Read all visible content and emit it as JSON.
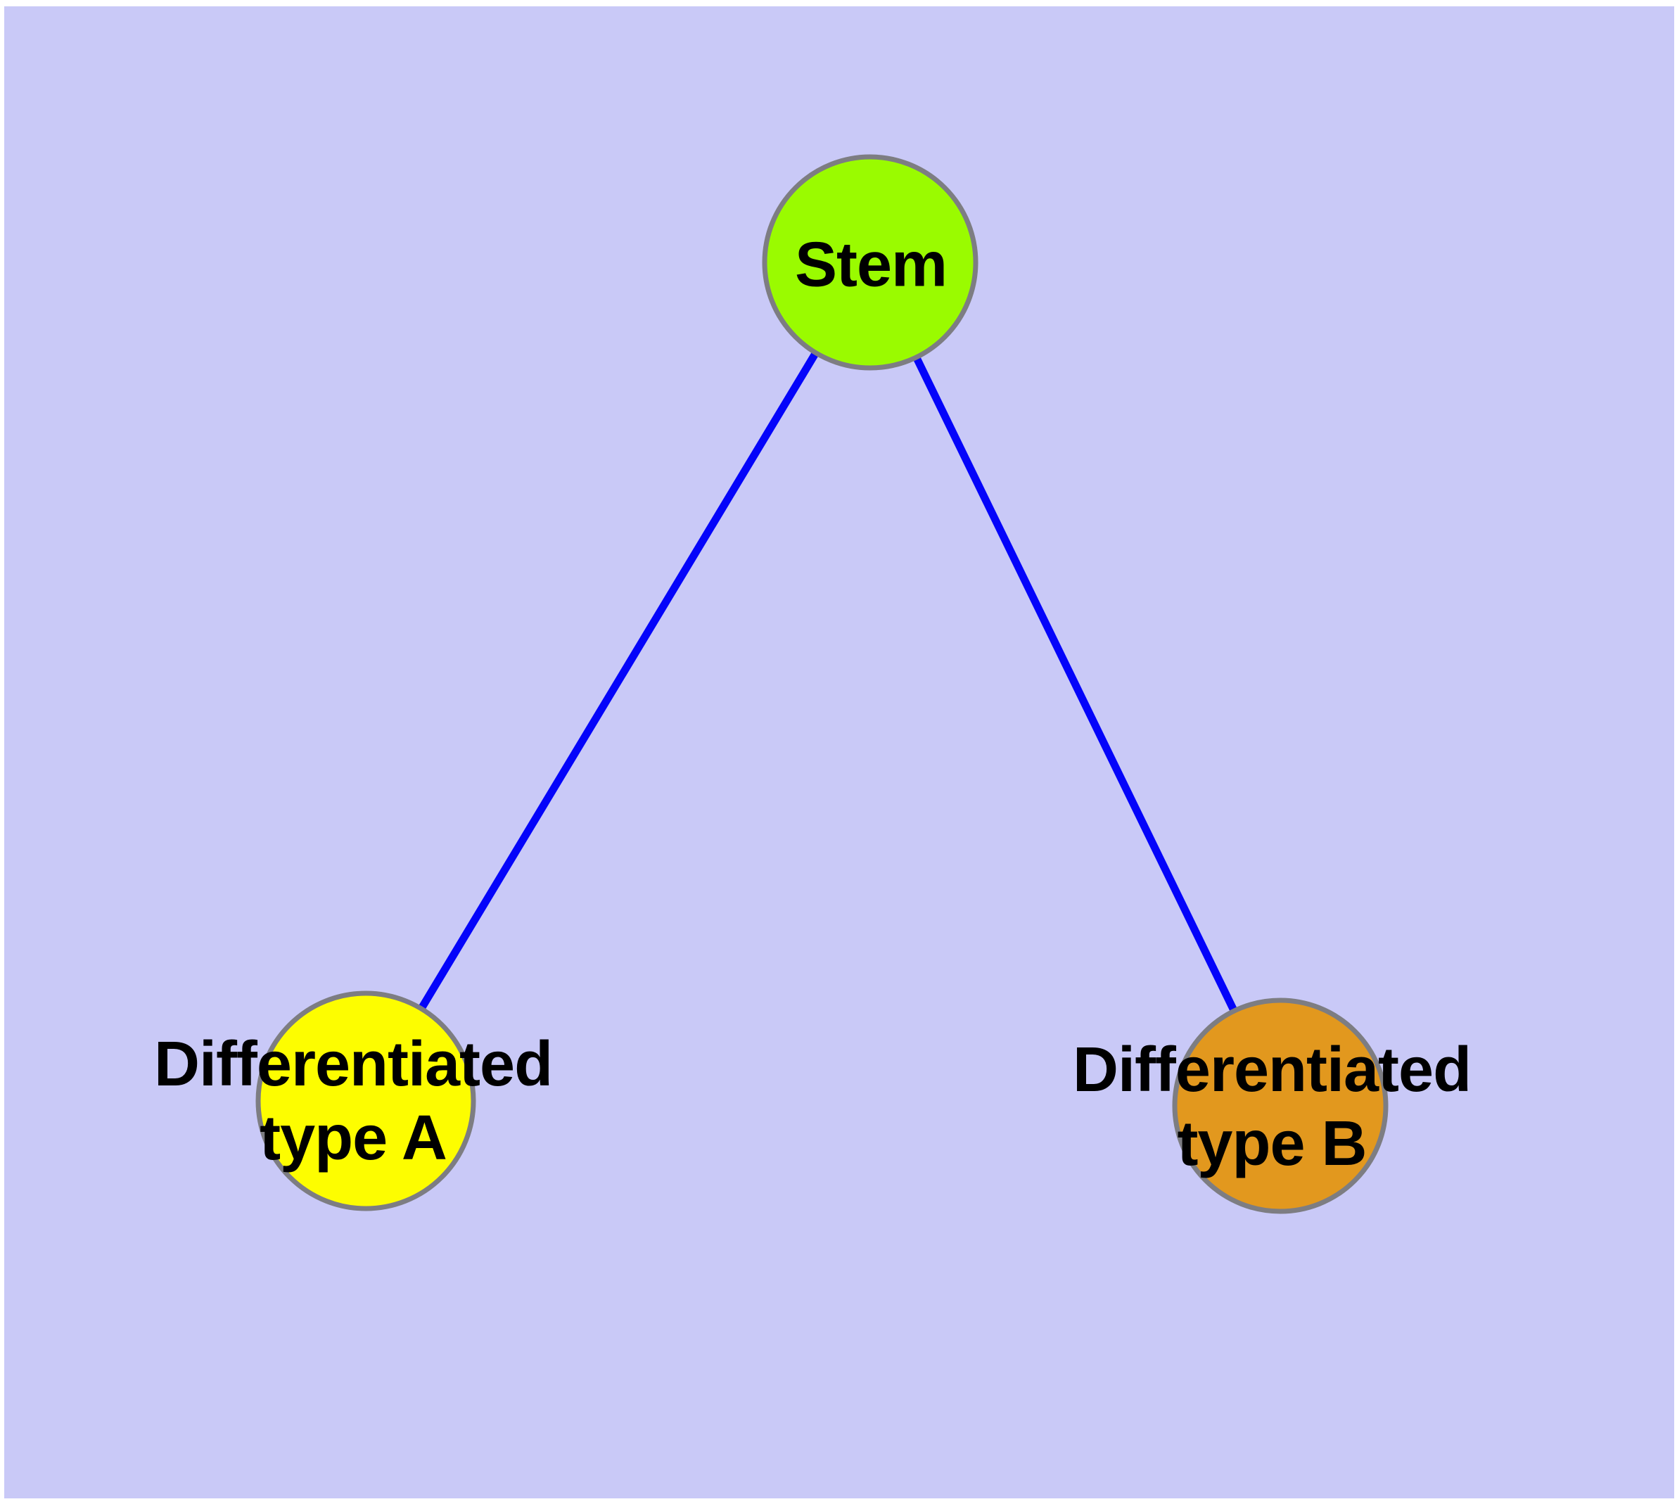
{
  "canvas": {
    "background_color": "#c9c9f7",
    "margin_color": "#ffffff"
  },
  "graph": {
    "edge_color": "#0404fa",
    "node_border_color": "#7d7d82",
    "nodes": [
      {
        "id": "stem",
        "label": "Stem",
        "color": "#9afb00"
      },
      {
        "id": "type-a",
        "label": "Differentiated\ntype A",
        "color": "#fdfd00"
      },
      {
        "id": "type-b",
        "label": "Differentiated\ntype B",
        "color": "#e2981e"
      }
    ],
    "edges": [
      {
        "from": "stem",
        "to": "type-a"
      },
      {
        "from": "stem",
        "to": "type-b"
      }
    ]
  }
}
